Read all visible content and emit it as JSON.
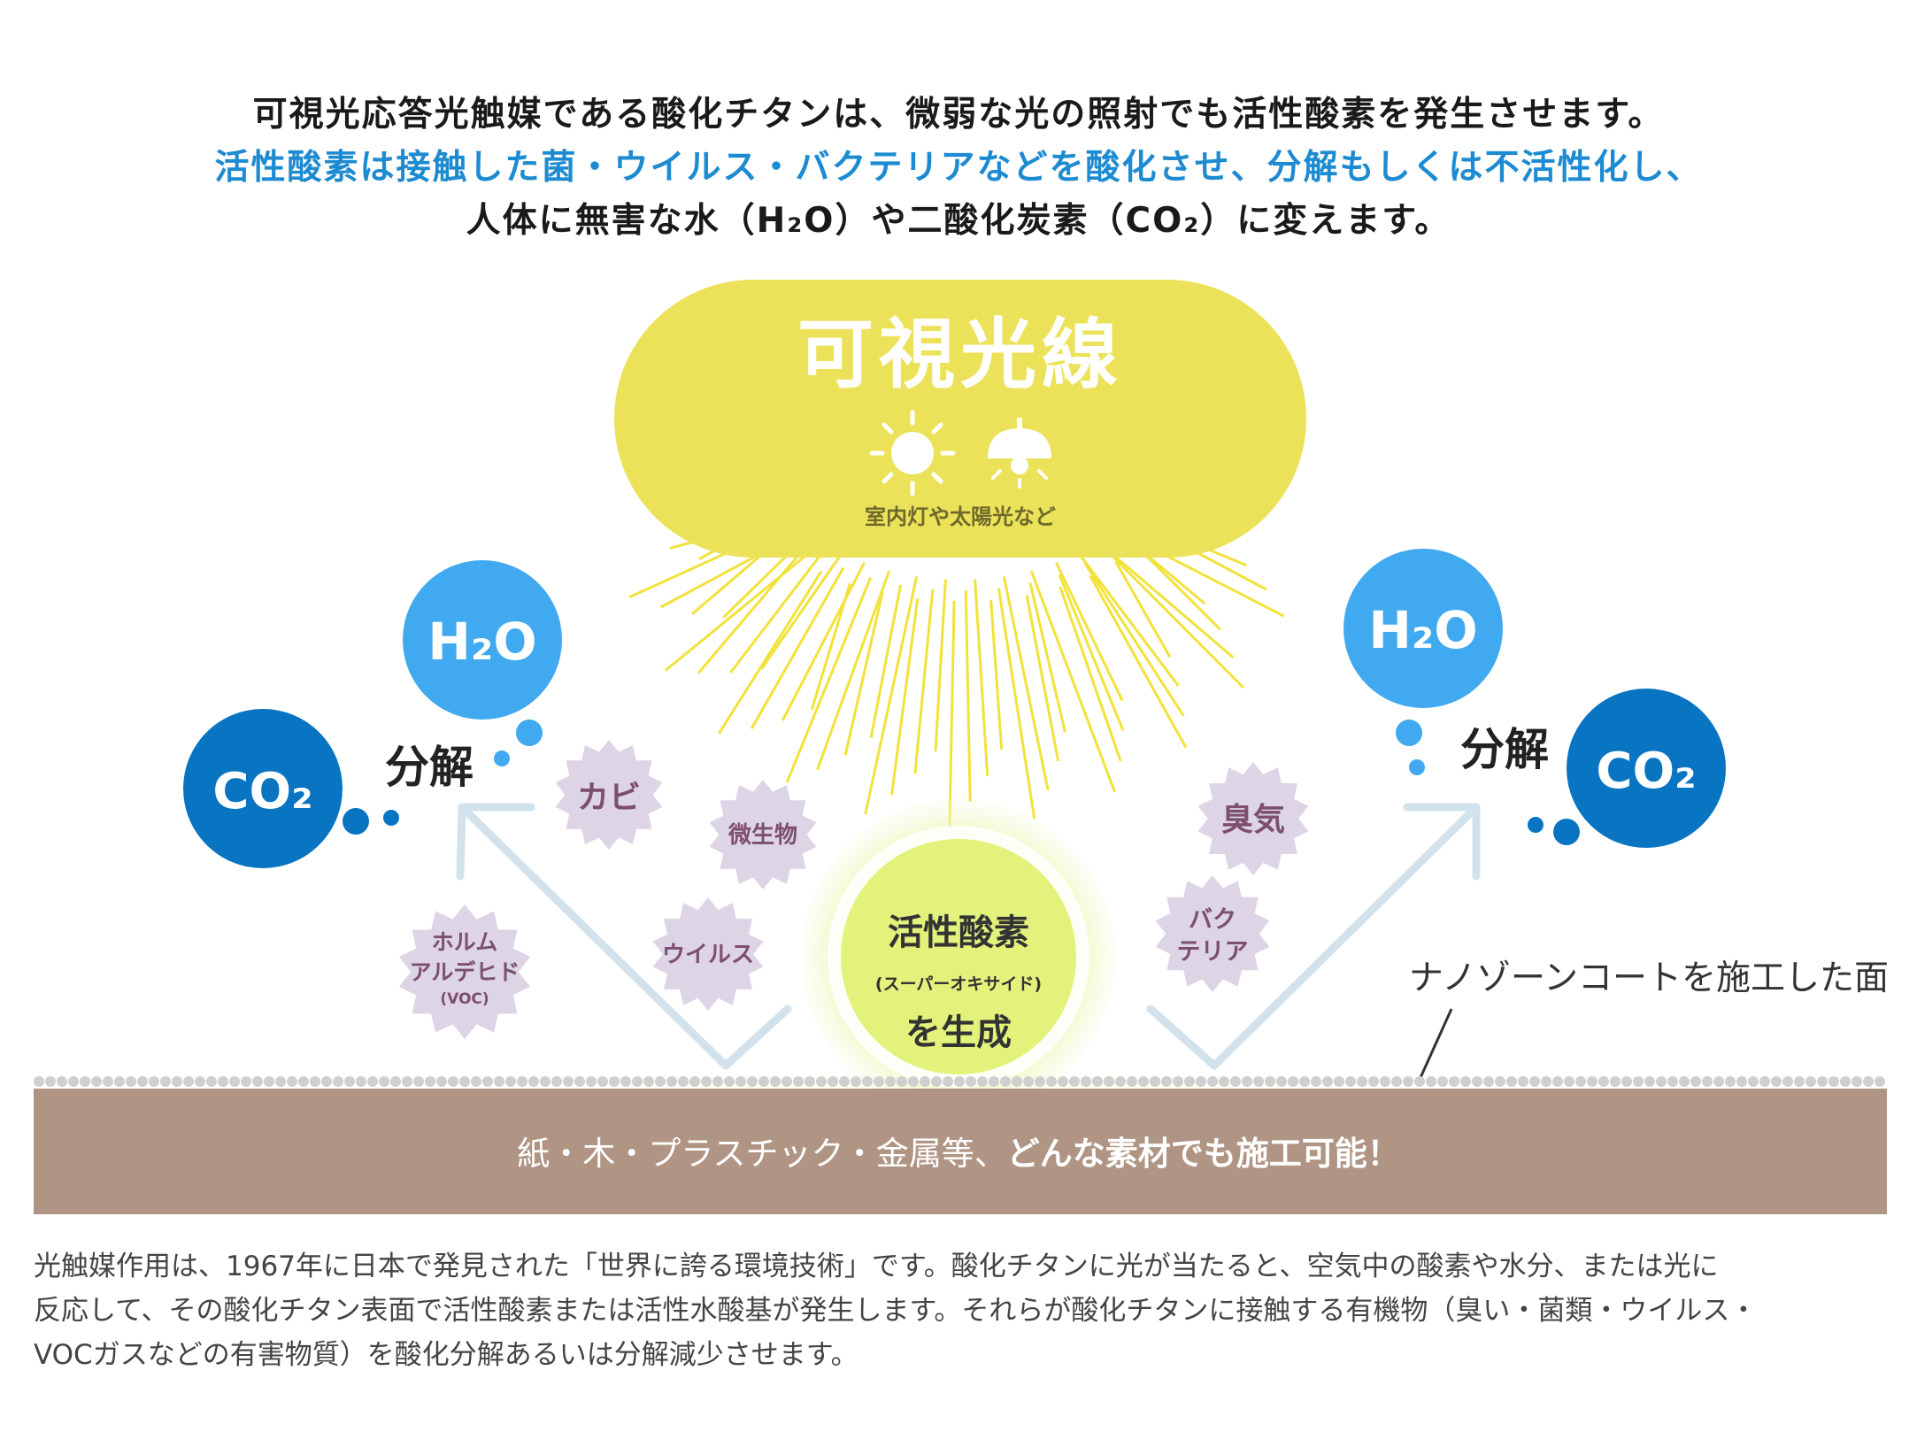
{
  "intro": {
    "line1": "可視光応答光触媒である酸化チタンは、微弱な光の照射でも活性酸素を発生させます。",
    "line2": "活性酸素は接触した菌・ウイルス・バクテリアなどを酸化させ、分解もしくは不活性化し、",
    "line3": "人体に無害な水（H₂O）や二酸化炭素（CO₂）に変えます。"
  },
  "light": {
    "title": "可視光線",
    "caption": "室内灯や太陽光など",
    "icons": [
      "sun-icon",
      "ceiling-lamp-icon"
    ]
  },
  "left_output": {
    "h2o": "H₂O",
    "co2": "CO₂",
    "label": "分解"
  },
  "right_output": {
    "h2o": "H₂O",
    "co2": "CO₂",
    "label": "分解"
  },
  "pollutants": {
    "mold": "カビ",
    "microbes": "微生物",
    "virus": "ウイルス",
    "formaldehyde_1": "ホルム",
    "formaldehyde_2": "アルデヒド",
    "formaldehyde_3": "(VOC)",
    "odor": "臭気",
    "bacteria_1": "バク",
    "bacteria_2": "テリア"
  },
  "active_oxygen": {
    "line1": "活性酸素",
    "line2": "(スーパーオキサイド)",
    "line3": "を生成"
  },
  "surface_callout": "ナノゾーンコートを施工した面",
  "base": {
    "text_regular": "紙・木・プラスチック・金属等、",
    "text_bold": "どんな素材でも施工可能！"
  },
  "footnote": {
    "line1": "光触媒作用は、1967年に日本で発見された「世界に誇る環境技術」です。酸化チタンに光が当たると、空気中の酸素や水分、または光に",
    "line2": "反応して、その酸化チタン表面で活性酸素または活性水酸基が発生します。それらが酸化チタンに接触する有機物（臭い・菌類・ウイルス・",
    "line3": "VOCガスなどの有害物質）を酸化分解あるいは分解減少させます。"
  },
  "colors": {
    "light_pill": "#ece25a",
    "rays": "#f2e23c",
    "h2o_bubble": "#40a9ef",
    "co2_bubble": "#0874c2",
    "pollutant_badge": "#ddd4e6",
    "pollutant_text": "#7c4f6e",
    "active_oxygen": "#e2f27a",
    "glow": "#dcef5a",
    "arrow": "#d2e2ec",
    "base": "#b09585",
    "surface_dots": "#cfcfcf"
  }
}
